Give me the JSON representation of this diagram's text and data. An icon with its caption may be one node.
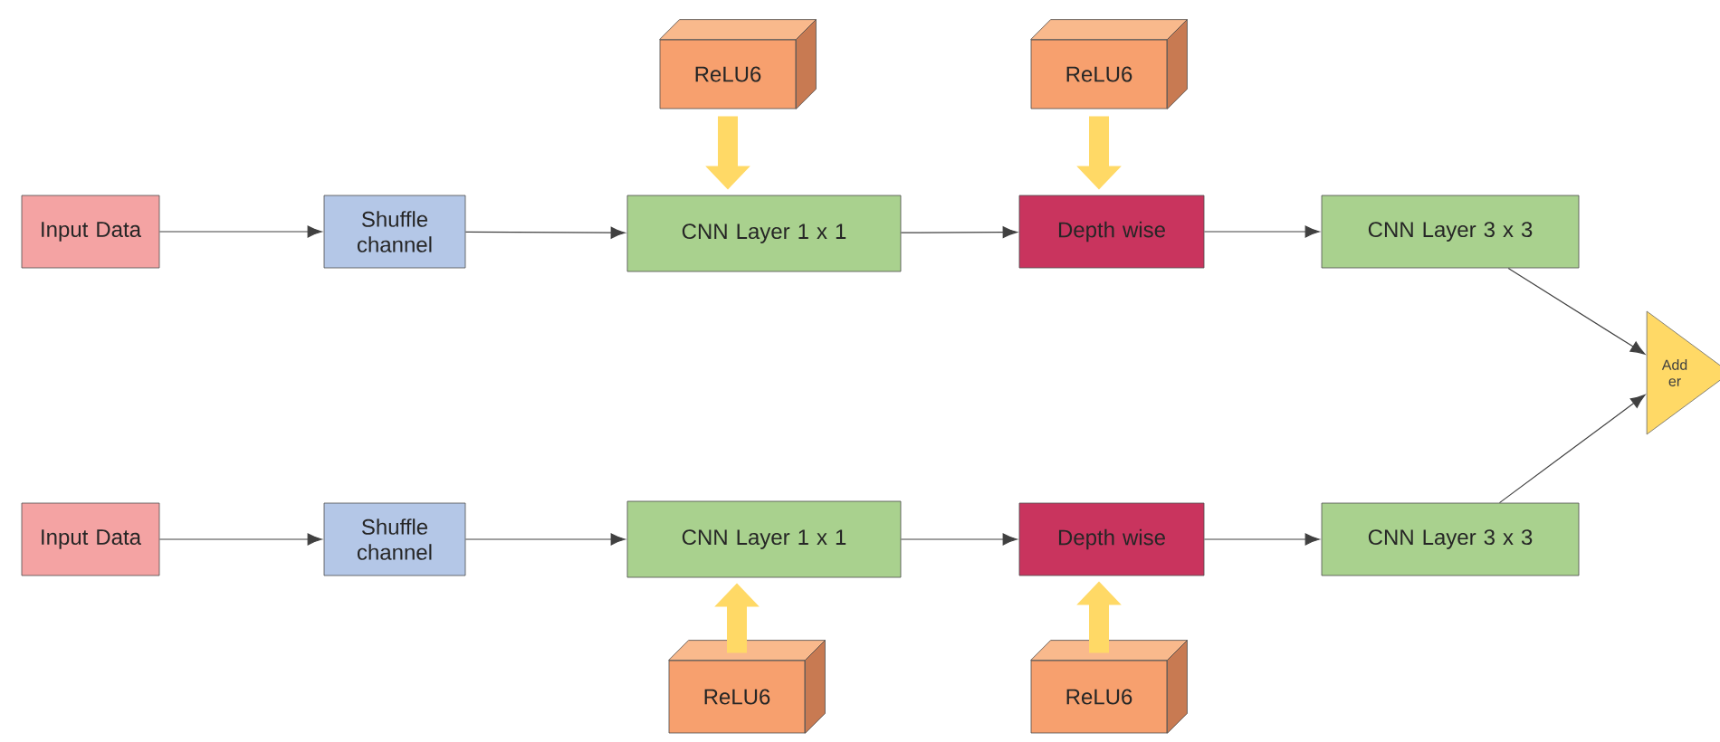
{
  "diagram": {
    "nodes": [
      {
        "text": [
          "ReLU6"
        ]
      },
      {
        "text": [
          "ReLU6"
        ]
      },
      {
        "text": [
          "Input Data"
        ]
      },
      {
        "text": [
          "Shuffle channel"
        ]
      },
      {
        "text": [
          "CNN Layer 1 x 1"
        ]
      },
      {
        "text": [
          "Depth wise"
        ]
      },
      {
        "text": [
          "CNN Layer 3 x 3"
        ]
      },
      {
        "text": [
          "Add er"
        ]
      },
      {
        "text": [
          "Input Data"
        ]
      },
      {
        "text": [
          "Shuffle channel"
        ]
      },
      {
        "text": [
          "CNN Layer 1 x 1"
        ]
      },
      {
        "text": [
          "Depth wise"
        ]
      },
      {
        "text": [
          "CNN Layer 3 x 3"
        ]
      },
      {
        "text": [
          "ReLU6"
        ]
      },
      {
        "text": [
          "ReLU6"
        ]
      }
    ],
    "edges": [
      {
        "from": 2,
        "to": 3,
        "arrow": "to"
      },
      {
        "from": 3,
        "to": 4,
        "arrow": "to"
      },
      {
        "from": 4,
        "to": 5,
        "arrow": "to"
      },
      {
        "from": 5,
        "to": 6,
        "arrow": "to"
      },
      {
        "from": 6,
        "to": 7,
        "arrow": "to"
      },
      {
        "from": 8,
        "to": 9,
        "arrow": "to"
      },
      {
        "from": 9,
        "to": 10,
        "arrow": "to"
      },
      {
        "from": 10,
        "to": 11,
        "arrow": "to"
      },
      {
        "from": 11,
        "to": 12,
        "arrow": "to"
      },
      {
        "from": 12,
        "to": 7,
        "arrow": "to"
      },
      {
        "from": 0,
        "to": 4,
        "arrow": "to",
        "style": "thick",
        "color": "#ffd966"
      },
      {
        "from": 1,
        "to": 5,
        "arrow": "to",
        "style": "thick",
        "color": "#ffd966"
      },
      {
        "from": 13,
        "to": 10,
        "arrow": "to",
        "style": "thick",
        "color": "#ffd966"
      },
      {
        "from": 14,
        "to": 11,
        "arrow": "to",
        "style": "thick",
        "color": "#ffd966"
      }
    ]
  }
}
